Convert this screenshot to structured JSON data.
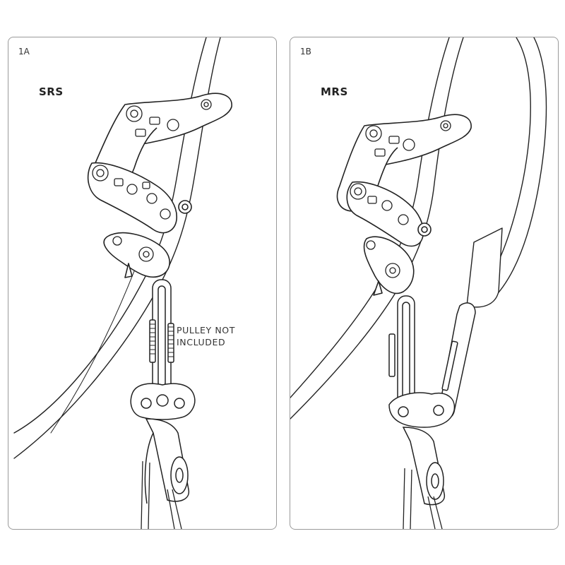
{
  "panels": [
    {
      "id": "1A",
      "label": "SRS",
      "note": [
        "PULLEY NOT",
        "INCLUDED"
      ]
    },
    {
      "id": "1B",
      "label": "MRS"
    }
  ],
  "colors": {
    "border": "#9a9a9a",
    "line": "#222222",
    "device_fill": "#ffffff",
    "rope_fill": "#ffffff"
  },
  "icons": [
    "rope-access-device",
    "pulley",
    "rigging-plate",
    "carabiner"
  ]
}
